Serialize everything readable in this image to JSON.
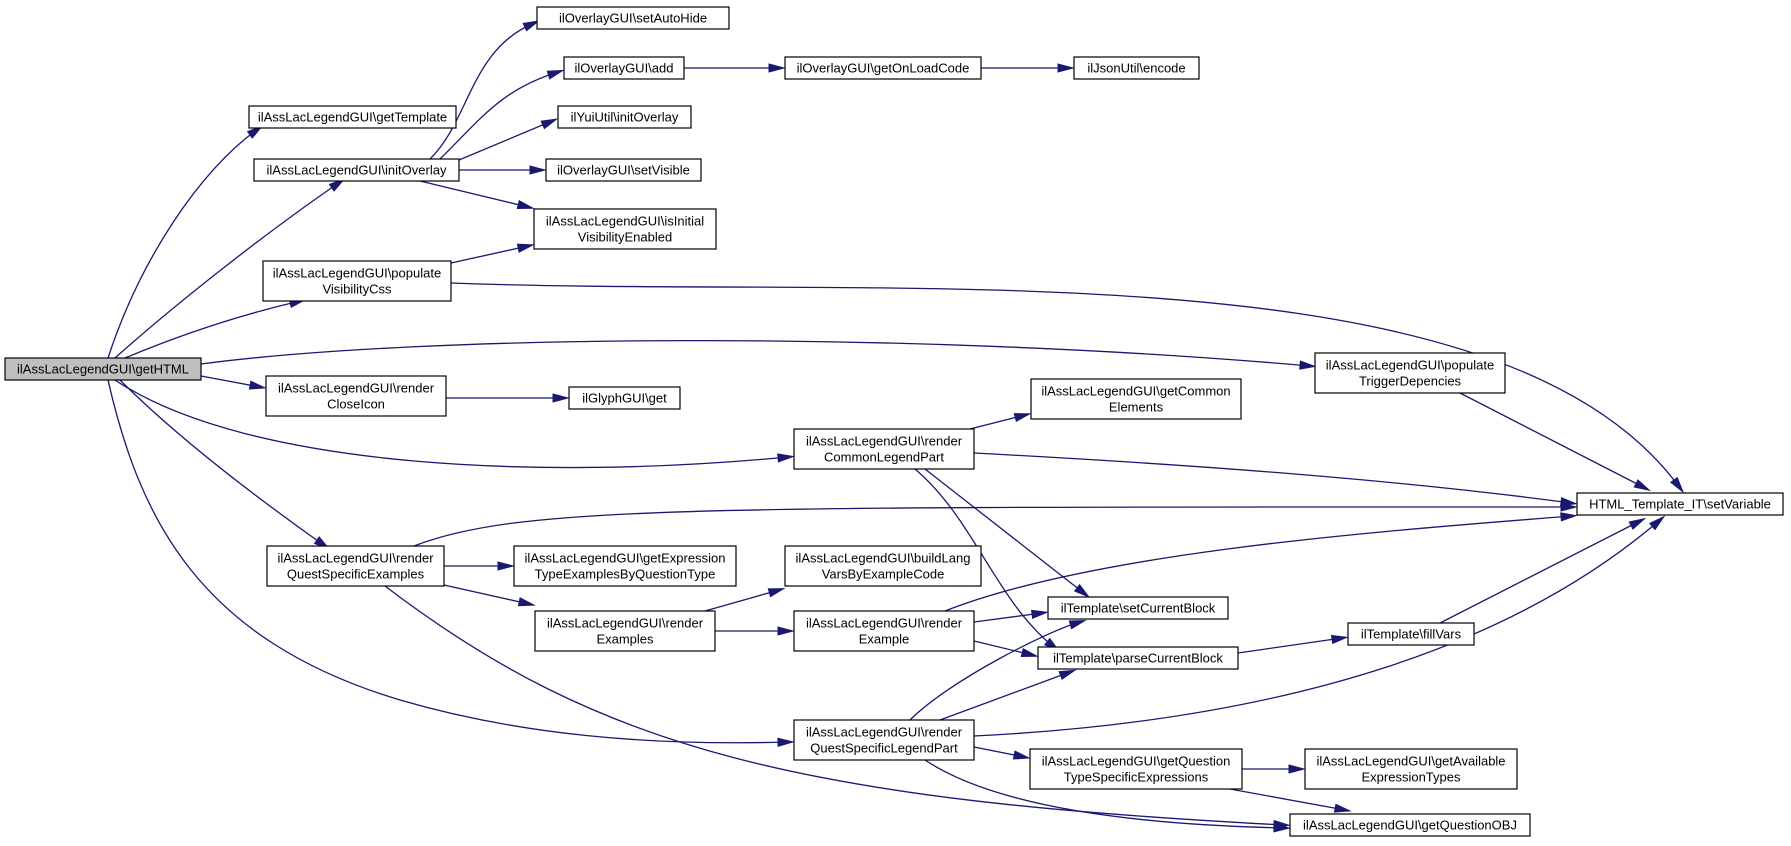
{
  "graph": {
    "nodes": [
      {
        "id": "getHTML",
        "lines": [
          "ilAssLacLegendGUI\\getHTML"
        ],
        "root": true
      },
      {
        "id": "getTemplate",
        "lines": [
          "ilAssLacLegendGUI\\getTemplate"
        ]
      },
      {
        "id": "initOverlay",
        "lines": [
          "ilAssLacLegendGUI\\initOverlay"
        ]
      },
      {
        "id": "populateVisibilityCss",
        "lines": [
          "ilAssLacLegendGUI\\populate",
          "VisibilityCss"
        ]
      },
      {
        "id": "renderCloseIcon",
        "lines": [
          "ilAssLacLegendGUI\\render",
          "CloseIcon"
        ]
      },
      {
        "id": "renderQuestSpecificExamples",
        "lines": [
          "ilAssLacLegendGUI\\render",
          "QuestSpecificExamples"
        ]
      },
      {
        "id": "setAutoHide",
        "lines": [
          "ilOverlayGUI\\setAutoHide"
        ]
      },
      {
        "id": "add",
        "lines": [
          "ilOverlayGUI\\add"
        ]
      },
      {
        "id": "yuiInitOverlay",
        "lines": [
          "ilYuiUtil\\initOverlay"
        ]
      },
      {
        "id": "setVisible",
        "lines": [
          "ilOverlayGUI\\setVisible"
        ]
      },
      {
        "id": "isInitialVisibilityEnabled",
        "lines": [
          "ilAssLacLegendGUI\\isInitial",
          "VisibilityEnabled"
        ]
      },
      {
        "id": "glyphGet",
        "lines": [
          "ilGlyphGUI\\get"
        ]
      },
      {
        "id": "getExpressionTypeExamples",
        "lines": [
          "ilAssLacLegendGUI\\getExpression",
          "TypeExamplesByQuestionType"
        ]
      },
      {
        "id": "renderExamples",
        "lines": [
          "ilAssLacLegendGUI\\render",
          "Examples"
        ]
      },
      {
        "id": "getOnLoadCode",
        "lines": [
          "ilOverlayGUI\\getOnLoadCode"
        ]
      },
      {
        "id": "jsonEncode",
        "lines": [
          "ilJsonUtil\\encode"
        ]
      },
      {
        "id": "renderCommonLegendPart",
        "lines": [
          "ilAssLacLegendGUI\\render",
          "CommonLegendPart"
        ]
      },
      {
        "id": "buildLangVars",
        "lines": [
          "ilAssLacLegendGUI\\buildLang",
          "VarsByExampleCode"
        ]
      },
      {
        "id": "renderExample",
        "lines": [
          "ilAssLacLegendGUI\\render",
          "Example"
        ]
      },
      {
        "id": "renderQuestSpecificLegendPart",
        "lines": [
          "ilAssLacLegendGUI\\render",
          "QuestSpecificLegendPart"
        ]
      },
      {
        "id": "getCommonElements",
        "lines": [
          "ilAssLacLegendGUI\\getCommon",
          "Elements"
        ]
      },
      {
        "id": "setCurrentBlock",
        "lines": [
          "ilTemplate\\setCurrentBlock"
        ]
      },
      {
        "id": "parseCurrentBlock",
        "lines": [
          "ilTemplate\\parseCurrentBlock"
        ]
      },
      {
        "id": "getQuestionTypeSpecificExpressions",
        "lines": [
          "ilAssLacLegendGUI\\getQuestion",
          "TypeSpecificExpressions"
        ]
      },
      {
        "id": "getQuestionOBJ",
        "lines": [
          "ilAssLacLegendGUI\\getQuestionOBJ"
        ]
      },
      {
        "id": "populateTriggerDepencies",
        "lines": [
          "ilAssLacLegendGUI\\populate",
          "TriggerDepencies"
        ]
      },
      {
        "id": "fillVars",
        "lines": [
          "ilTemplate\\fillVars"
        ]
      },
      {
        "id": "getAvailableExpressionTypes",
        "lines": [
          "ilAssLacLegendGUI\\getAvailable",
          "ExpressionTypes"
        ]
      },
      {
        "id": "setVariable",
        "lines": [
          "HTML_Template_IT\\setVariable"
        ]
      }
    ],
    "edges": [
      [
        "getHTML",
        "getTemplate"
      ],
      [
        "getHTML",
        "initOverlay"
      ],
      [
        "getHTML",
        "populateVisibilityCss"
      ],
      [
        "getHTML",
        "populateTriggerDepencies"
      ],
      [
        "getHTML",
        "renderCloseIcon"
      ],
      [
        "getHTML",
        "renderCommonLegendPart"
      ],
      [
        "getHTML",
        "renderQuestSpecificExamples"
      ],
      [
        "getHTML",
        "renderQuestSpecificLegendPart"
      ],
      [
        "initOverlay",
        "setAutoHide"
      ],
      [
        "initOverlay",
        "add"
      ],
      [
        "initOverlay",
        "yuiInitOverlay"
      ],
      [
        "initOverlay",
        "setVisible"
      ],
      [
        "initOverlay",
        "isInitialVisibilityEnabled"
      ],
      [
        "add",
        "getOnLoadCode"
      ],
      [
        "getOnLoadCode",
        "jsonEncode"
      ],
      [
        "populateVisibilityCss",
        "isInitialVisibilityEnabled"
      ],
      [
        "populateVisibilityCss",
        "setVariable"
      ],
      [
        "populateTriggerDepencies",
        "setVariable"
      ],
      [
        "renderCloseIcon",
        "glyphGet"
      ],
      [
        "renderCommonLegendPart",
        "getCommonElements"
      ],
      [
        "renderCommonLegendPart",
        "setVariable"
      ],
      [
        "renderCommonLegendPart",
        "setCurrentBlock"
      ],
      [
        "renderCommonLegendPart",
        "parseCurrentBlock"
      ],
      [
        "renderQuestSpecificExamples",
        "setVariable"
      ],
      [
        "renderQuestSpecificExamples",
        "getExpressionTypeExamples"
      ],
      [
        "renderQuestSpecificExamples",
        "renderExamples"
      ],
      [
        "renderQuestSpecificExamples",
        "getQuestionOBJ"
      ],
      [
        "renderExamples",
        "buildLangVars"
      ],
      [
        "renderExamples",
        "renderExample"
      ],
      [
        "renderExample",
        "setVariable"
      ],
      [
        "renderExample",
        "setCurrentBlock"
      ],
      [
        "renderExample",
        "parseCurrentBlock"
      ],
      [
        "parseCurrentBlock",
        "fillVars"
      ],
      [
        "fillVars",
        "setVariable"
      ],
      [
        "renderQuestSpecificLegendPart",
        "setCurrentBlock"
      ],
      [
        "renderQuestSpecificLegendPart",
        "parseCurrentBlock"
      ],
      [
        "renderQuestSpecificLegendPart",
        "setVariable"
      ],
      [
        "renderQuestSpecificLegendPart",
        "getQuestionTypeSpecificExpressions"
      ],
      [
        "renderQuestSpecificLegendPart",
        "getQuestionOBJ"
      ],
      [
        "getQuestionTypeSpecificExpressions",
        "getAvailableExpressionTypes"
      ],
      [
        "getQuestionTypeSpecificExpressions",
        "getQuestionOBJ"
      ]
    ]
  }
}
